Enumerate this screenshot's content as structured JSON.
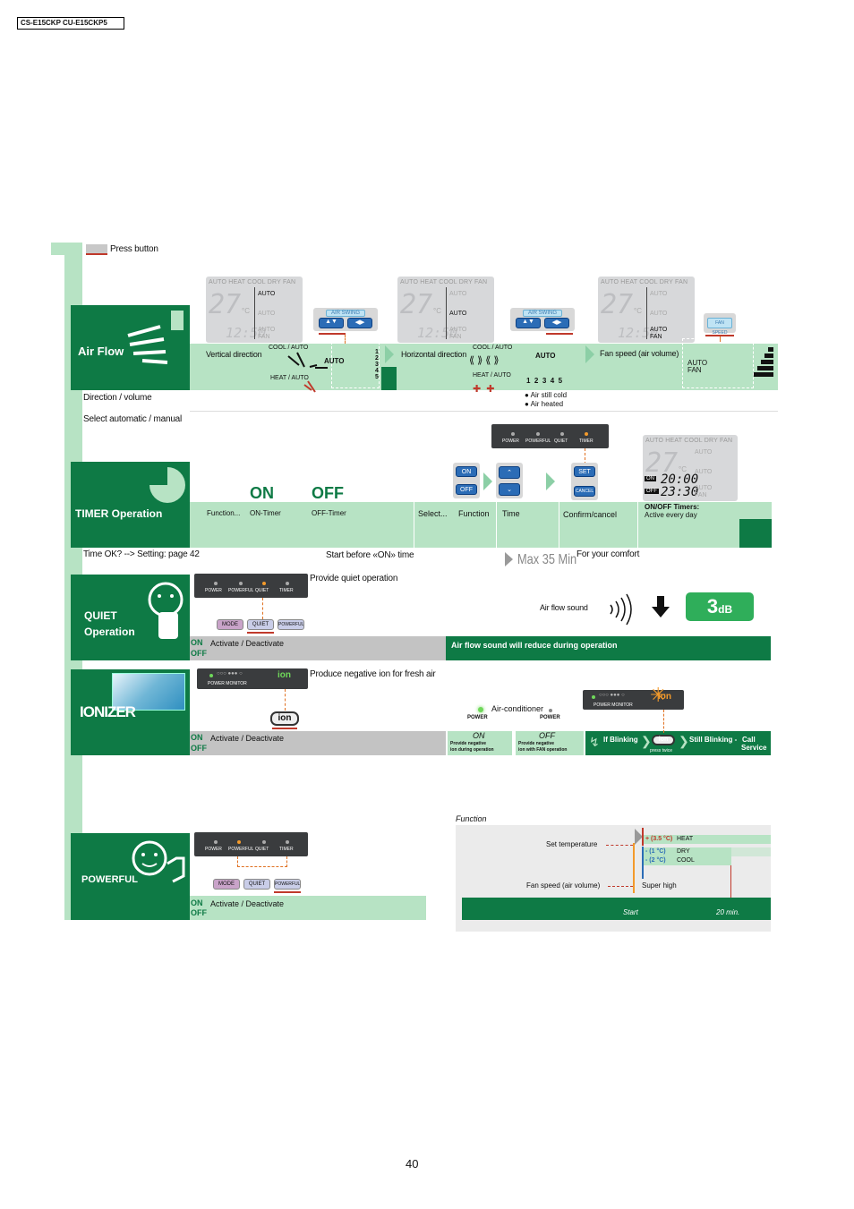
{
  "model": "CS-E15CKP CU-E15CKP5",
  "legend": {
    "press_button": "Press button"
  },
  "lcd": {
    "modes": "AUTO HEAT COOL DRY FAN",
    "temp": "27",
    "unit": "°C",
    "clock": "12:50",
    "auto": "AUTO",
    "fan": "FAN"
  },
  "airflow": {
    "title": "Air Flow",
    "air_swing": "AIR SWING",
    "fan_speed_btn": "FAN SPEED",
    "vertical": "Vertical direction",
    "horizontal": "Horizontal direction",
    "fan_speed": "Fan speed (air volume)",
    "cool_auto": "COOL / AUTO",
    "heat_auto": "HEAT / AUTO",
    "auto": "AUTO",
    "auto_fan_1": "AUTO",
    "auto_fan_2": "FAN",
    "v_numbers": [
      "1",
      "2",
      "3",
      "4",
      "5"
    ],
    "h_numbers": [
      "1",
      "2",
      "3",
      "4",
      "5"
    ],
    "air_still_cold": "Air still cold",
    "air_heated": "Air heated",
    "direction_volume": "Direction / volume",
    "select_auto_manual": "Select automatic / manual"
  },
  "timer": {
    "title": "TIMER Operation",
    "on": "ON",
    "off": "OFF",
    "function": "Function...",
    "on_timer": "ON-Timer",
    "off_timer": "OFF-Timer",
    "select": "Select...",
    "function2": "Function",
    "time": "Time",
    "confirm_cancel": "Confirm/cancel",
    "on_off_timers": "ON/OFF Timers:",
    "active_every_day": "Active every day",
    "btn_on": "ON",
    "btn_off": "OFF",
    "btn_set": "SET",
    "btn_cancel": "CANCEL",
    "panel_labels": [
      "POWER",
      "POWERFUL",
      "QUIET",
      "TIMER"
    ],
    "lcd_on_time": "20:00",
    "lcd_off_time": "23:30",
    "lcd_on": "ON",
    "lcd_off": "OFF",
    "time_ok": "Time OK? --> Setting: page 42",
    "start_before": "Start before «ON» time",
    "max_35": "Max 35 Min",
    "for_comfort": "For your comfort"
  },
  "quiet": {
    "title_1": "QUIET",
    "title_2": "Operation",
    "provide": "Provide quiet operation",
    "panel_labels": [
      "POWER",
      "POWERFUL",
      "QUIET",
      "TIMER"
    ],
    "btns": [
      "MODE",
      "QUIET",
      "POWERFUL"
    ],
    "on": "ON",
    "off": "OFF",
    "activate": "Activate / Deactivate",
    "air_flow_sound": "Air flow sound",
    "db_value": "3",
    "db_unit": "dB",
    "reduce": "Air flow sound will reduce during operation"
  },
  "ionizer": {
    "title": "IONIZER",
    "produce": "Produce negative ion for fresh air",
    "power_monitor": "POWER MONITOR",
    "ion": "ion",
    "on": "ON",
    "off": "OFF",
    "activate": "Activate / Deactivate",
    "air_conditioner": "Air-conditioner",
    "power_1": "POWER",
    "power_2": "POWER",
    "on_label": "ON",
    "off_label": "OFF",
    "provide_on_1": "Provide negative",
    "provide_on_2": "ion during operation",
    "provide_off_1": "Provide negative",
    "provide_off_2": "ion with FAN operation",
    "if_blinking": "If Blinking",
    "press_twice": "press twice",
    "still_blinking": "Still Blinking -",
    "call": "Call",
    "service": "Service"
  },
  "powerful": {
    "title": "POWERFUL",
    "panel_labels": [
      "POWER",
      "POWERFUL",
      "QUIET",
      "TIMER"
    ],
    "btns": [
      "MODE",
      "QUIET",
      "POWERFUL"
    ],
    "on": "ON",
    "off": "OFF",
    "activate": "Activate / Deactivate",
    "function": "Function",
    "set_temperature": "Set temperature",
    "fan_speed": "Fan speed (air volume)",
    "super_high": "Super high",
    "heat_delta": "+ (3.5 °C)",
    "heat": "HEAT",
    "dry_delta": "- (1 °C)",
    "dry": "DRY",
    "cool_delta": "- (2 °C)",
    "cool": "COOL",
    "start": "Start",
    "twenty_min": "20 min."
  },
  "page_number": "40"
}
